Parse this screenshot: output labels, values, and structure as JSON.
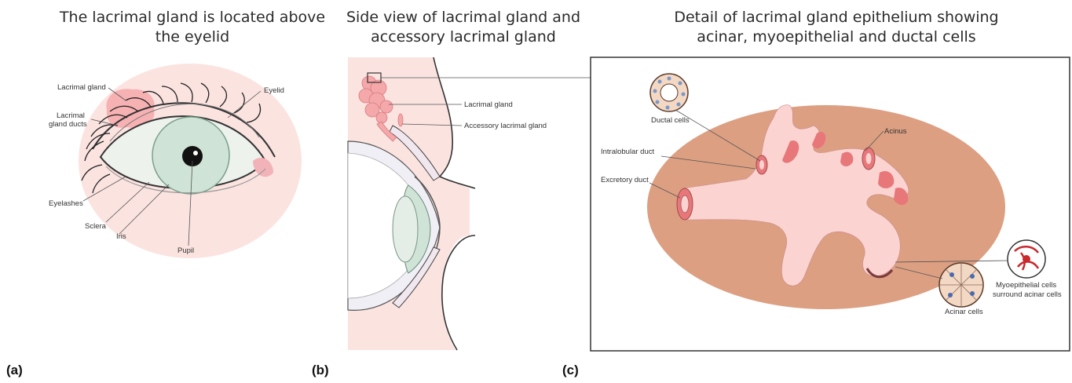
{
  "panels": {
    "a": {
      "label": "(a)",
      "title_lines": [
        "The lacrimal gland is located above",
        "the eyelid"
      ],
      "labels": {
        "lacrimal_gland": "Lacrimal gland",
        "lacrimal_gland_ducts_1": "Lacrimal",
        "lacrimal_gland_ducts_2": "gland ducts",
        "eyelid": "Eyelid",
        "eyelashes": "Eyelashes",
        "sclera": "Sclera",
        "iris": "Iris",
        "pupil": "Pupil"
      }
    },
    "b": {
      "label": "(b)",
      "title_lines": [
        "Side view of lacrimal gland and",
        "accessory lacrimal gland"
      ],
      "labels": {
        "lacrimal_gland": "Lacrimal gland",
        "accessory_lacrimal_gland": "Accessory lacrimal gland"
      }
    },
    "c": {
      "label": "(c)",
      "title_lines": [
        "Detail of lacrimal gland epithelium showing",
        "acinar, myoepithelial and ductal cells"
      ],
      "labels": {
        "ductal_cells": "Ductal cells",
        "acinus": "Acinus",
        "intralobular_duct": "Intralobular duct",
        "excretory_duct": "Excretory duct",
        "myoepithelial_1": "Myoepithelial cells",
        "myoepithelial_2": "surround acinar cells",
        "acinar_cells": "Acinar cells"
      }
    }
  },
  "colors": {
    "skin_pink": "#fbe3e0",
    "gland_pink": "#f4a8aa",
    "iris_green": "#cfe3d6",
    "epithelium_bg": "#dc9f82",
    "tissue_pink": "#fbd3d0",
    "lumen_red": "#e8777a"
  }
}
